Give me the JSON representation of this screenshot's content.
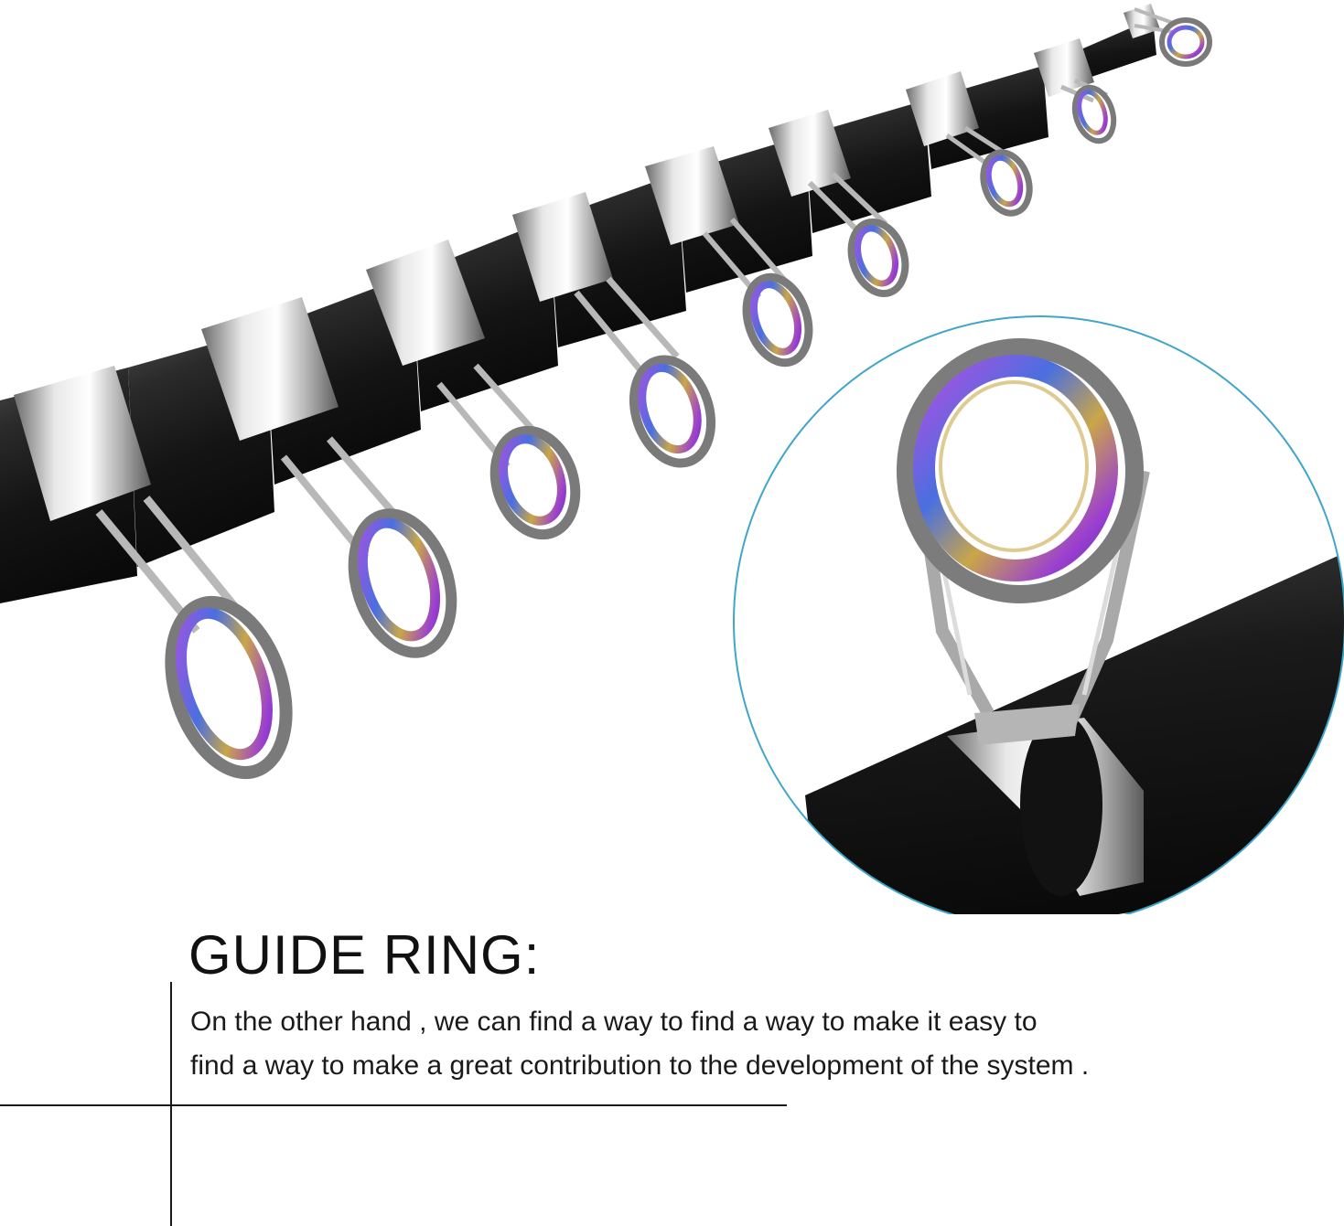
{
  "product_image": {
    "subject": "telescopic-rod-with-guide-rings",
    "zoom_callout": "guide-ring-detail"
  },
  "feature": {
    "title": "GUIDE RING:",
    "description": "On the other hand , we can find a way to find a way to make it easy to\nfind a way to make a great contribution to the development of the system ."
  },
  "colors": {
    "rod": "#1b1b1b",
    "chrome": "#c9c9c9",
    "ring_purple": "#8a3fcf",
    "ring_blue": "#3b6fd8",
    "ring_gold": "#c9a648",
    "callout_border": "#3fa6c8",
    "text": "#111111"
  }
}
